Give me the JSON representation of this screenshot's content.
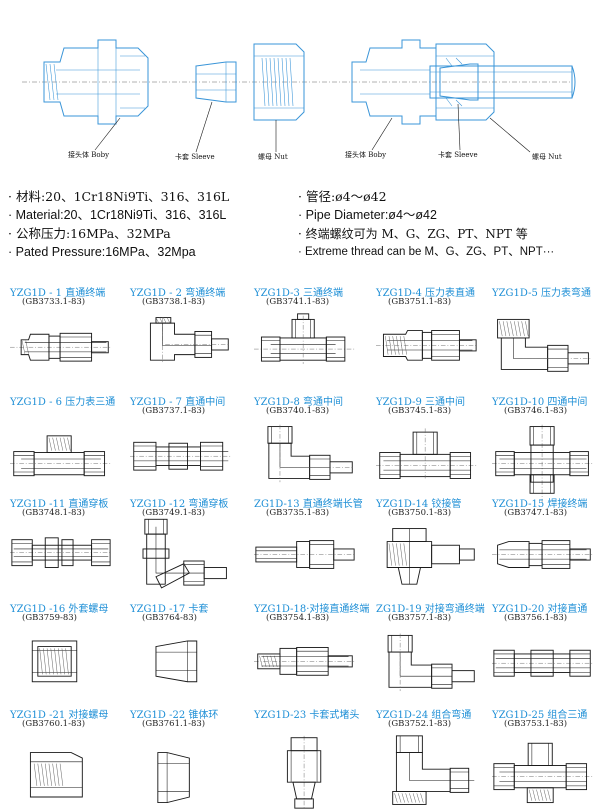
{
  "top": {
    "label_body": "接头体 Boby",
    "label_sleeve": "卡套 Sleeve",
    "label_nut": "螺母 Nut",
    "label_body2": "接头体 Boby",
    "label_sleeve2": "卡套 Sleeve",
    "label_nut2": "螺母 Nut"
  },
  "specs": {
    "material_cn": "· 材料:20、1Cr18Ni9Ti、316、316L",
    "material_en": "· Material:20、1Cr18Ni9Ti、316、316L",
    "pressure_cn": "· 公称压力:16MPa、32MPa",
    "pressure_en": "· Pated Pressure:16MPa、32Mpa",
    "diameter_cn": "· 管径:ø4～ø42",
    "diameter_en": "· Pipe Diameter:ø4～ø42",
    "thread_cn": "· 终端螺纹可为 M、G、ZG、PT、NPT 等",
    "thread_en": "· Extreme thread can be M、G、ZG、PT、NPT···"
  },
  "fittings": [
    {
      "name": "YZG1D - 1 直通终端",
      "std": "(GB3733.1-83)",
      "icon": "straight-terminal"
    },
    {
      "name": "YZG1D - 2 弯通终端",
      "std": "(GB3738.1-83)",
      "icon": "elbow-terminal"
    },
    {
      "name": "YZG1D-3 三通终端",
      "std": "(GB3741.1-83)",
      "icon": "tee-terminal"
    },
    {
      "name": "YZG1D-4 压力表直通",
      "std": "(GB3751.1-83)",
      "icon": "gauge-straight"
    },
    {
      "name": "YZG1D-5 压力表弯通",
      "std": "",
      "icon": "gauge-elbow"
    },
    {
      "name": "YZG1D - 6 压力表三通",
      "std": "",
      "icon": "gauge-tee"
    },
    {
      "name": "YZG1D - 7 直通中间",
      "std": "(GB3737.1-83)",
      "icon": "straight-union"
    },
    {
      "name": "YZG1D-8 弯通中间",
      "std": "(GB3740.1-83)",
      "icon": "elbow-union"
    },
    {
      "name": "YZG1D-9 三通中间",
      "std": "(GB3745.1-83)",
      "icon": "tee-union"
    },
    {
      "name": "YZG1D-10 四通中间",
      "std": "(GB3746.1-83)",
      "icon": "cross-union"
    },
    {
      "name": "YZG1D -11 直通穿板",
      "std": "(GB3748.1-83)",
      "icon": "straight-bulkhead"
    },
    {
      "name": "YZG1D -12 弯通穿板",
      "std": "(GB3749.1-83)",
      "icon": "elbow-bulkhead"
    },
    {
      "name": "ZG1D-13 直通终端长管",
      "std": "(GB3735.1-83)",
      "icon": "long-terminal"
    },
    {
      "name": "YZG1D-14 铰接管",
      "std": "(GB3750.1-83)",
      "icon": "banjo"
    },
    {
      "name": "YZG1D-15 焊接终端",
      "std": "(GB3747.1-83)",
      "icon": "weld-terminal"
    },
    {
      "name": "YZG1D -16 外套螺母",
      "std": "(GB3759-83)",
      "icon": "nut"
    },
    {
      "name": "YZG1D -17 卡套",
      "std": "(GB3764-83)",
      "icon": "sleeve"
    },
    {
      "name": "YZG1D-18·对接直通终端",
      "std": "(GB3754.1-83)",
      "icon": "butt-straight"
    },
    {
      "name": "ZG1D-19 对接弯通终端",
      "std": "(GB3757.1-83)",
      "icon": "butt-elbow"
    },
    {
      "name": "YZG1D-20 对接直通",
      "std": "(GB3756.1-83)",
      "icon": "butt-union"
    },
    {
      "name": "YZG1D -21 对接螺母",
      "std": "(GB3760.1-83)",
      "icon": "butt-nut"
    },
    {
      "name": "YZG1D -22 锥体环",
      "std": "(GB3761.1-83)",
      "icon": "cone-ring"
    },
    {
      "name": "YZG1D-23 卡套式堵头",
      "std": "",
      "icon": "plug"
    },
    {
      "name": "YZG1D-24 组合弯通",
      "std": "(GB3752.1-83)",
      "icon": "combo-elbow"
    },
    {
      "name": "YZG1D-25 组合三通",
      "std": "(GB3753.1-83)",
      "icon": "combo-tee"
    }
  ]
}
